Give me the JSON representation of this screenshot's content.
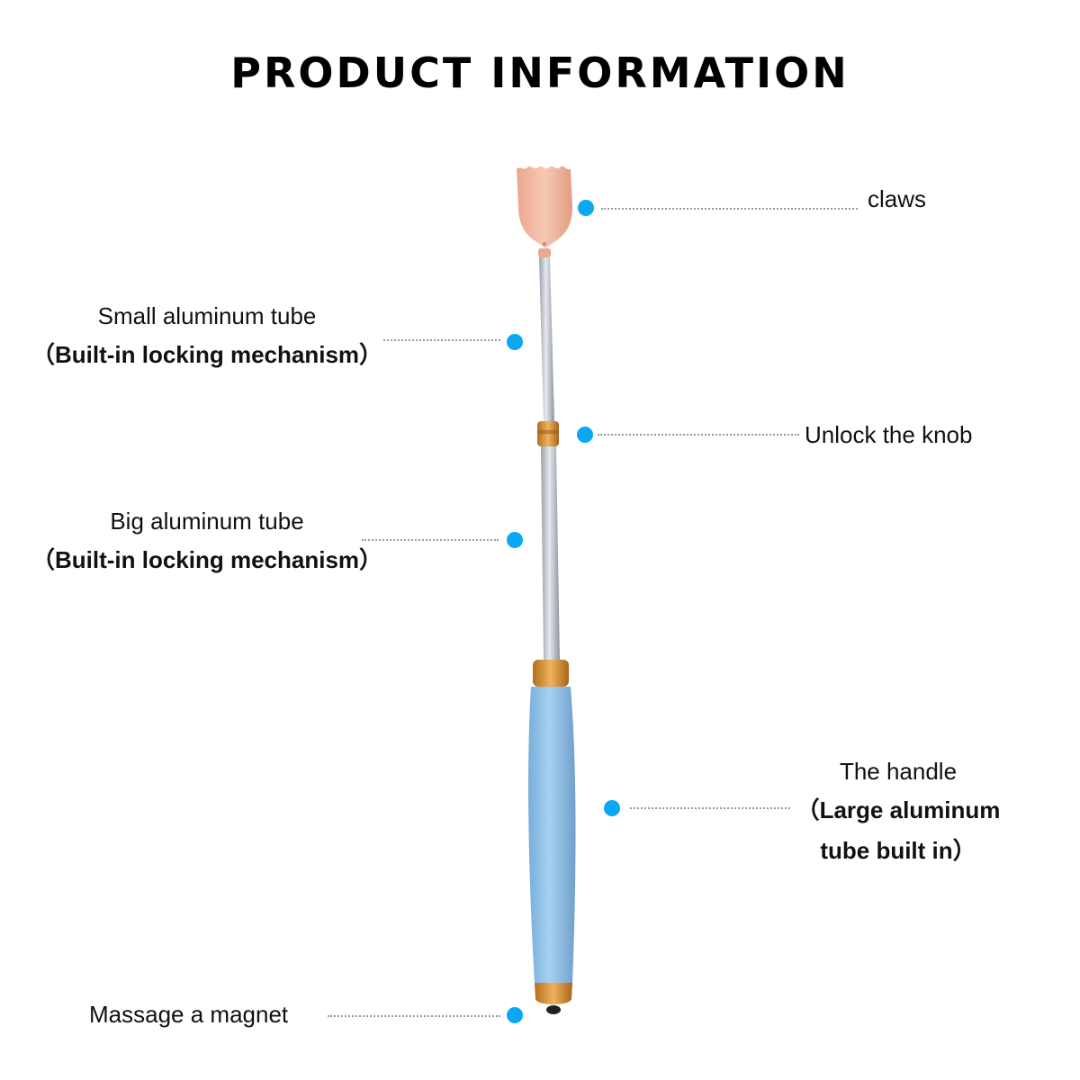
{
  "title": "PRODUCT INFORMATION",
  "callouts": {
    "claws": {
      "text": "claws"
    },
    "small_tube": {
      "line1": "Small aluminum tube",
      "line2": "（Built-in locking mechanism）"
    },
    "knob": {
      "text": "Unlock the knob"
    },
    "big_tube": {
      "line1": "Big aluminum tube",
      "line2": "（Built-in locking mechanism）"
    },
    "handle": {
      "line1": "The handle",
      "line2": "（Large aluminum",
      "line3": "tube built in）"
    },
    "magnet": {
      "text": "Massage a magnet"
    }
  },
  "colors": {
    "accent_dot": "#0aa8f2",
    "claw": "#f2b9a2",
    "tube": "#b9bfc9",
    "knob": "#d9923a",
    "handle": "#8fc3e6"
  }
}
